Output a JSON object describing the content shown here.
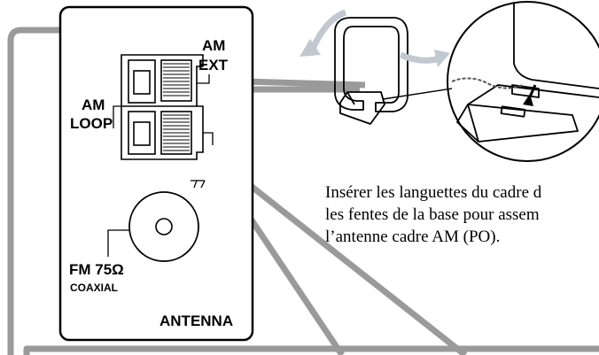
{
  "panel": {
    "am_ext_line1": "AM",
    "am_ext_line2": "EXT",
    "am_loop_line1": "AM",
    "am_loop_line2": "LOOP",
    "fm_label": "FM 75Ω",
    "coaxial_label": "COAXIAL",
    "antenna_label": "ANTENNA"
  },
  "instruction": {
    "line1": "Insérer les languettes du cadre d",
    "line2": "les fentes de la base pour assem",
    "line3": "l’antenne cadre AM (PO)."
  },
  "colors": {
    "wire_gray": "#9a9a9a",
    "outline": "#000000",
    "background": "#ffffff"
  }
}
